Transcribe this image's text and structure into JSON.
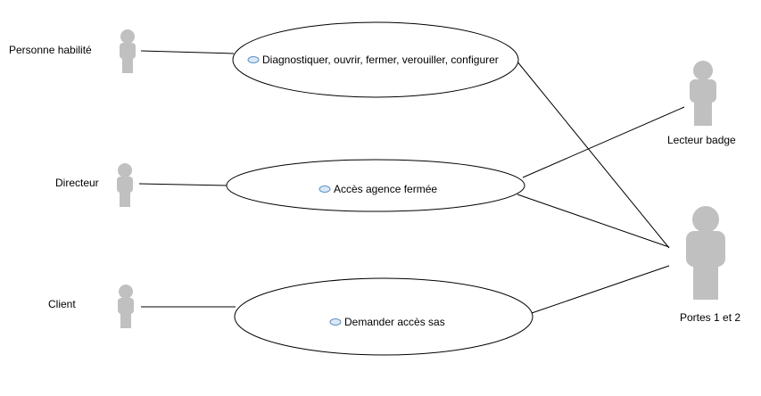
{
  "colors": {
    "actor_fill": "#c0c0c0",
    "line": "#000000",
    "usecase_icon_fill": "#dce9f5",
    "usecase_icon_stroke": "#5b8ec8"
  },
  "actors": [
    {
      "id": "personne",
      "label": "Personne habilité"
    },
    {
      "id": "directeur",
      "label": "Directeur"
    },
    {
      "id": "client",
      "label": "Client"
    },
    {
      "id": "lecteur",
      "label": "Lecteur badge"
    },
    {
      "id": "portes",
      "label": "Portes 1 et 2"
    }
  ],
  "use_cases": [
    {
      "id": "diag",
      "label": "Diagnostiquer, ouvrir, fermer, verouiller, configurer"
    },
    {
      "id": "acces",
      "label": "Accès agence fermée"
    },
    {
      "id": "sas",
      "label": "Demander accès sas"
    }
  ]
}
